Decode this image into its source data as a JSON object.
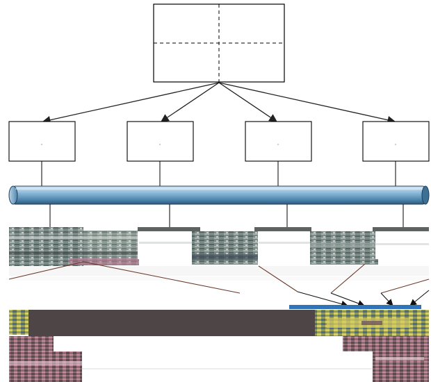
{
  "diagram": {
    "top_box": {
      "divided_into": 4,
      "divider_style": "dashed"
    },
    "child_boxes": [
      "",
      "",
      "",
      ""
    ],
    "bus": {
      "kind": "pipe",
      "color": "#6fa3c7"
    },
    "image_tiles": [
      {
        "tint": "#7a8a86"
      },
      {
        "tint": "#9a9e9c"
      },
      {
        "tint": "#6e7a78"
      },
      {
        "tint": "#84827e"
      }
    ],
    "bottom_panels": [
      {
        "tint": "#8a6d73"
      },
      {
        "tint": "#7e8f5a"
      }
    ],
    "colors": {
      "box_stroke": "#000000",
      "arrow": "#222222",
      "lower_arrow": "#6b3a2a",
      "dark_band": "#4e4646",
      "blue_strip": "#2f73b8"
    }
  }
}
